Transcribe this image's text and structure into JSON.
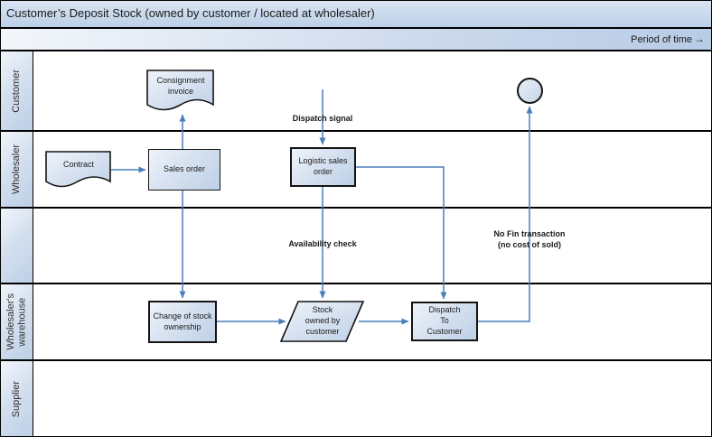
{
  "title": "Customer’s Deposit Stock (owned by customer / located at wholesaler)",
  "header": {
    "period_label": "Period of time",
    "arrow_glyph": "→"
  },
  "lanes": [
    {
      "label": "Customer"
    },
    {
      "label": "Wholesaler"
    },
    {
      "label": ""
    },
    {
      "label": "Wholesaler's\nwarehouse"
    },
    {
      "label": "Supplier"
    }
  ],
  "colors": {
    "connector": "#4a7ebb",
    "shape_border": "#141414",
    "shape_fill_light": "#eef3fa",
    "shape_fill_dark": "#bed0e7",
    "band_fill": "#c9d9ec"
  },
  "nodes": {
    "consignment_invoice": {
      "type": "document",
      "lane": "Customer",
      "label": "Consignment\ninvoice"
    },
    "contract": {
      "type": "document",
      "lane": "Wholesaler",
      "label": "Contract"
    },
    "sales_order": {
      "type": "process",
      "lane": "Wholesaler",
      "label": "Sales order"
    },
    "logistic_sales_order": {
      "type": "process",
      "lane": "Wholesaler",
      "label": "Logistic sales\norder"
    },
    "change_of_stock_ownership": {
      "type": "process",
      "lane": "Wholesaler's warehouse",
      "label": "Change of stock\nownership"
    },
    "stock_owned_by_customer": {
      "type": "parallelogram",
      "lane": "Wholesaler's warehouse",
      "label": "Stock\nowned by\ncustomer"
    },
    "dispatch_to_customer": {
      "type": "process",
      "lane": "Wholesaler's warehouse",
      "label": "Dispatch\nTo\nCustomer"
    },
    "end_event": {
      "type": "circle",
      "lane": "Customer",
      "label": ""
    }
  },
  "edges": [
    {
      "from": "contract",
      "to": "sales_order",
      "label": ""
    },
    {
      "from": "sales_order",
      "to": "consignment_invoice",
      "label": ""
    },
    {
      "from": "customer_lane_start",
      "to": "logistic_sales_order",
      "label": "Dispatch signal"
    },
    {
      "from": "sales_order",
      "to": "change_of_stock_ownership",
      "label": ""
    },
    {
      "from": "logistic_sales_order",
      "to": "stock_owned_by_customer",
      "label": "Availability check"
    },
    {
      "from": "logistic_sales_order",
      "to": "dispatch_to_customer",
      "label": ""
    },
    {
      "from": "change_of_stock_ownership",
      "to": "stock_owned_by_customer",
      "label": ""
    },
    {
      "from": "stock_owned_by_customer",
      "to": "dispatch_to_customer",
      "label": ""
    },
    {
      "from": "dispatch_to_customer",
      "to": "end_event",
      "label": "No Fin transaction\n(no cost of sold)"
    }
  ]
}
